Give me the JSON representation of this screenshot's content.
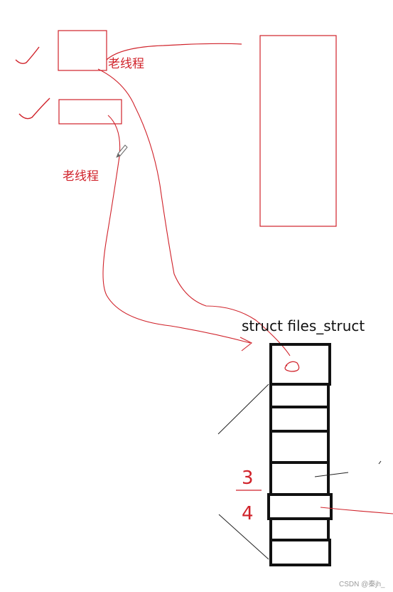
{
  "labels": {
    "thread_label_1": "老线程",
    "thread_label_2": "老线程",
    "struct_title": "struct files_struct",
    "hand_three": "3",
    "hand_four": "4"
  },
  "watermark": "CSDN @秦jh_",
  "colors": {
    "red": "#d0222a",
    "black": "#111111"
  }
}
